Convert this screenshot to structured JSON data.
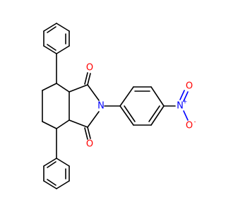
{
  "colors": {
    "bond": "#000000",
    "oxygen": "#ff0000",
    "nitrogen": "#0000ff"
  },
  "atoms": {
    "o_carbonyl_top": "O",
    "o_carbonyl_bottom": "O",
    "n_imide": "N",
    "n_nitro": "N",
    "n_nitro_charge": "+",
    "o_nitro_top": "O",
    "o_nitro_bottom": "O",
    "o_nitro_charge": "-"
  }
}
